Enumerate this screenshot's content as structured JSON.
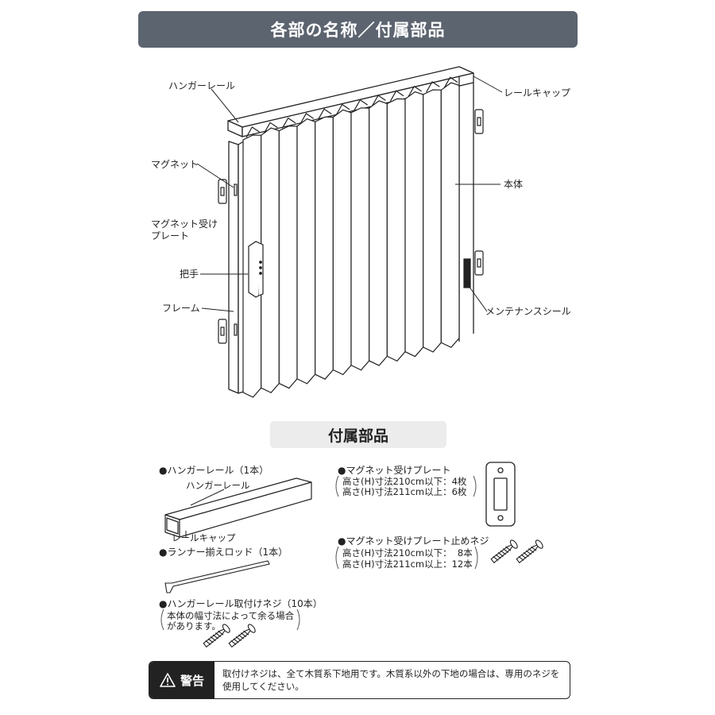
{
  "title": "各部の名称／付属部品",
  "parts_labels": {
    "hanger_rail": "ハンガーレール",
    "rail_cap": "レールキャップ",
    "magnet": "マグネット",
    "body": "本体",
    "magnet_plate_line1": "マグネット受け",
    "magnet_plate_line2": "プレート",
    "handle": "把手",
    "frame": "フレーム",
    "maintenance_seal": "メンテナンスシール"
  },
  "accessories_title": "付属部品",
  "accessories": {
    "hanger_rail": {
      "heading": "●ハンガーレール（1本）",
      "label_rail": "ハンガーレール",
      "label_cap": "レールキャップ"
    },
    "runner_rod": {
      "heading": "●ランナー揃えロッド（1本）"
    },
    "rail_screw": {
      "heading": "●ハンガーレール取付けネジ（10本）",
      "note_line1": "本体の幅寸法によって余る場合",
      "note_line2": "があります。"
    },
    "magnet_plate": {
      "heading": "●マグネット受けプレート",
      "line1": "高さ(H)寸法210cm以下：4枚",
      "line2": "高さ(H)寸法211cm以上：6枚"
    },
    "plate_screw": {
      "heading": "●マグネット受けプレート止めネジ",
      "line1": "高さ(H)寸法210cm以下：  8本",
      "line2": "高さ(H)寸法211cm以上：12本"
    }
  },
  "warning": {
    "icon": "warning-triangle-icon",
    "label": "警告",
    "text_line1": "取付けネジは、全て木質系下地用です。木質系以外の下地の場合は、専用のネジを",
    "text_line2": "使用してください。"
  },
  "colors": {
    "title_bg": "#5c6470",
    "subtitle_bg": "#ececec",
    "warning_label_bg": "#222222"
  }
}
